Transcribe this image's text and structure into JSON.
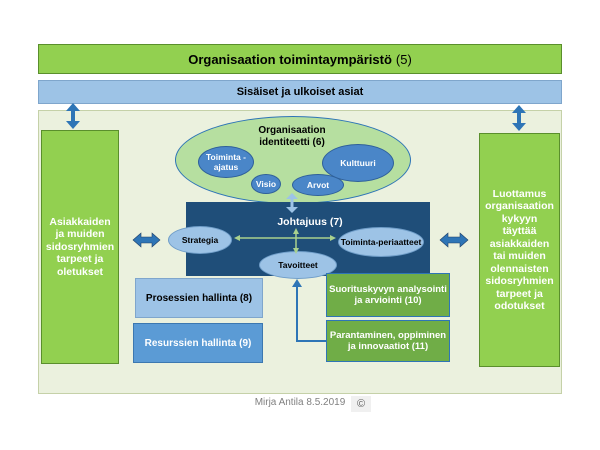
{
  "environment": {
    "title": "Organisaation toimintaympäristö",
    "number": "(5)"
  },
  "inner_outer": "Sisäiset ja ulkoiset asiat",
  "left_panel": "Asiakkaiden ja muiden sidosryhmien tarpeet ja oletukset",
  "right_panel": "Luottamus organisaation kykyyn täyttää asiakkaiden tai muiden olennaisten sidosryhmien tarpeet ja odotukset",
  "identity": {
    "title": "Organisaation identiteetti (6)",
    "items": {
      "thought": "Toiminta -ajatus",
      "vision": "Visio",
      "values": "Arvot",
      "culture": "Kulttuuri"
    }
  },
  "leadership": {
    "title": "Johtajuus (7)",
    "strategy": "Strategia",
    "principles": "Toiminta-periaatteet",
    "goals": "Tavoitteet"
  },
  "process_management": "Prosessien hallinta (8)",
  "resource_management": "Resurssien hallinta (9)",
  "performance": "Suorituskyvyn analysointi ja arviointi (10)",
  "improvement": "Parantaminen, oppiminen ja innovaatiot (11)",
  "footer": {
    "author": "Mirja Antila 8.5.2019",
    "copyright": "©"
  },
  "colors": {
    "green": "#92d050",
    "dark_blue": "#1f4e79",
    "light_blue": "#9dc3e6",
    "mid_blue": "#5b9bd5",
    "arrow_blue": "#2e75b6"
  }
}
